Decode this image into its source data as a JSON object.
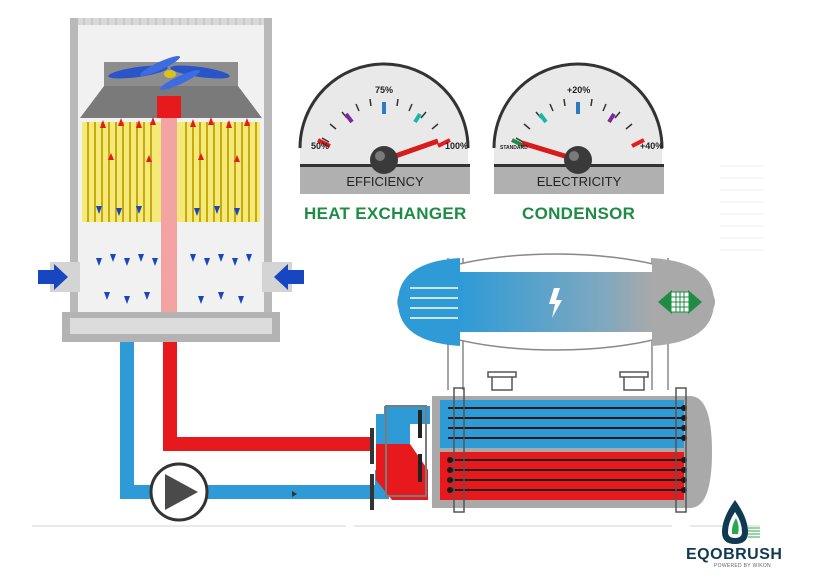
{
  "gauges": {
    "efficiency": {
      "title": "HEAT EXCHANGER",
      "label": "EFFICIENCY",
      "tick_min": "50%",
      "tick_mid": "75%",
      "tick_max": "100%",
      "needle_value_percent": 98
    },
    "electricity": {
      "title": "CONDENSOR",
      "label": "ELECTRICITY",
      "tick_min": "STANDARD",
      "tick_mid": "+20%",
      "tick_max": "+40%",
      "needle_value_percent": 5
    }
  },
  "brand": {
    "name": "EQOBRUSH",
    "tagline": "POWERED BY WIKON"
  },
  "colors": {
    "hot": "#e8191c",
    "cold": "#2e9bd6",
    "title_green": "#1e8c45",
    "gauge_body": "#e6e6e6",
    "frame": "#b8b8b8"
  },
  "icons": [
    "fan-icon",
    "pump-icon",
    "lightning-icon",
    "inlet-arrow-icon",
    "flow-arrow-icon"
  ]
}
